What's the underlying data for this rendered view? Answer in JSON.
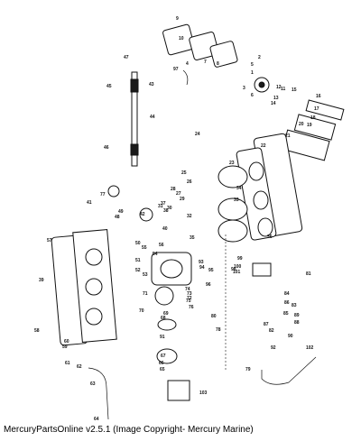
{
  "caption": "MercuryPartsOnline v2.5.1 (Image Copyright- Mercury Marine)",
  "callouts": [
    "1",
    "2",
    "3",
    "4",
    "5",
    "6",
    "7",
    "8",
    "9",
    "10",
    "11",
    "12",
    "13",
    "14",
    "15",
    "16",
    "17",
    "18",
    "19",
    "20",
    "21",
    "22",
    "23",
    "24",
    "25",
    "26",
    "27",
    "28",
    "29",
    "30",
    "31",
    "32",
    "33",
    "34",
    "35",
    "36",
    "37",
    "38",
    "39",
    "40",
    "41",
    "42",
    "43",
    "44",
    "45",
    "46",
    "47",
    "48",
    "49",
    "50",
    "51",
    "52",
    "53",
    "54",
    "55",
    "56",
    "57",
    "58",
    "59",
    "60",
    "61",
    "62",
    "63",
    "64",
    "65",
    "66",
    "67",
    "68",
    "69",
    "70",
    "71",
    "72",
    "73",
    "74",
    "75",
    "76",
    "77",
    "78",
    "79",
    "80",
    "81",
    "82",
    "83",
    "84",
    "85",
    "86",
    "87",
    "88",
    "89",
    "90",
    "91",
    "92",
    "93",
    "94",
    "95",
    "96",
    "97",
    "98",
    "99",
    "100",
    "101",
    "102",
    "103"
  ]
}
